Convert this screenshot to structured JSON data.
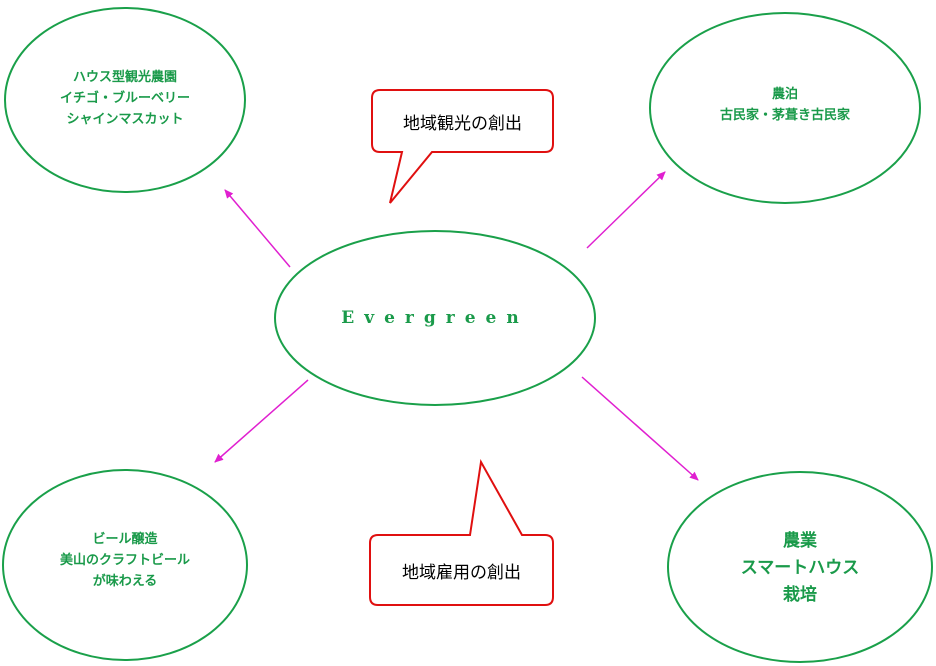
{
  "colors": {
    "ellipse": "#1aa04a",
    "text": "#1a9a4a",
    "arrow": "#e020d0",
    "callout_border": "#e01010"
  },
  "center": {
    "label": "Evergreen"
  },
  "nodes": {
    "top_left": {
      "lines": [
        "ハウス型観光農園",
        "イチゴ・ブルーベリー",
        "シャインマスカット"
      ]
    },
    "top_right": {
      "lines": [
        "農泊",
        "古民家・茅葺き古民家"
      ]
    },
    "bottom_left": {
      "lines": [
        "ビール醸造",
        "美山のクラフトビール",
        "が味わえる"
      ]
    },
    "bottom_right": {
      "lines": [
        "農業",
        "スマートハウス",
        "栽培"
      ]
    }
  },
  "callouts": {
    "top": "地域観光の創出",
    "bottom": "地域雇用の創出"
  }
}
